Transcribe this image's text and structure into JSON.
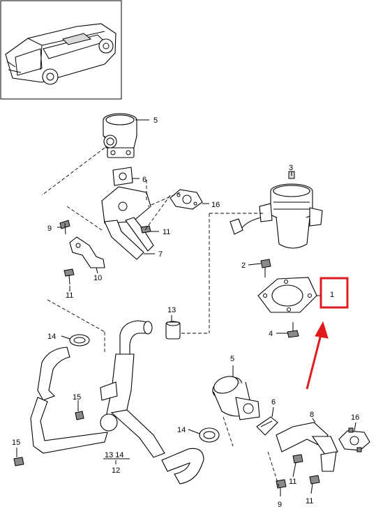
{
  "diagram": {
    "callouts": {
      "p5_top": "5",
      "p6_top": "6",
      "p16_top": "16",
      "p9_left": "9",
      "p11_mid": "11",
      "p7": "7",
      "p10": "10",
      "p11_left": "11",
      "p3": "3",
      "p2": "2",
      "p1": "1",
      "p4": "4",
      "p13": "13",
      "p14_left": "14",
      "p15_mid": "15",
      "p15_left": "15",
      "p14_mid": "14",
      "p12_group": "13 14",
      "p12": "12",
      "p5_bottom": "5",
      "p6_bottom": "6",
      "p8": "8",
      "p16_bottom": "16",
      "p11_bottom_a": "11",
      "p11_bottom_b": "11",
      "p9_bottom": "9"
    },
    "highlight_color": "#e11b1b"
  }
}
